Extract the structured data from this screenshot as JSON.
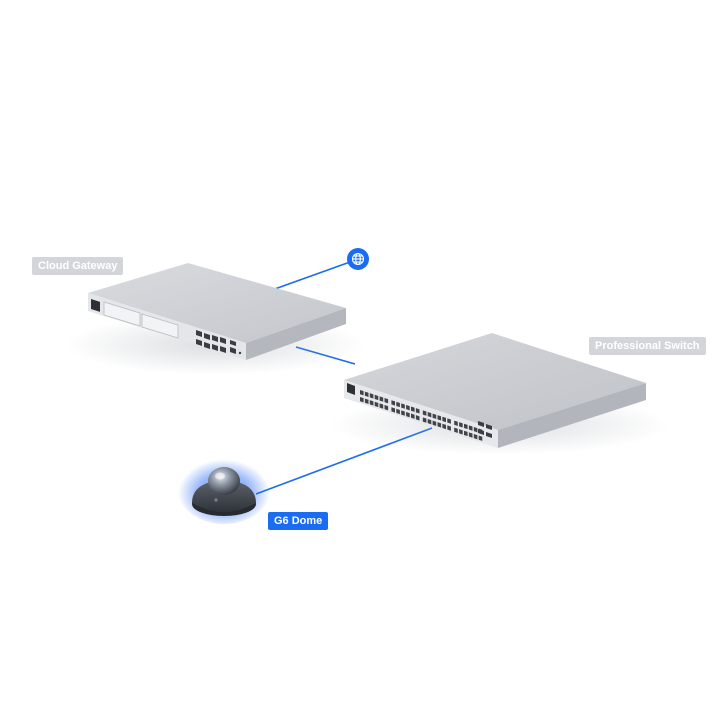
{
  "labels": {
    "gateway": "Cloud Gateway",
    "switch": "Professional Switch",
    "dome": "G6 Dome"
  },
  "devices": [
    {
      "id": "gateway",
      "icon": "rack-gateway-icon"
    },
    {
      "id": "switch",
      "icon": "rack-switch-icon"
    },
    {
      "id": "dome",
      "icon": "dome-camera-icon"
    },
    {
      "id": "internet",
      "icon": "globe-icon"
    }
  ],
  "links": [
    {
      "from": "gateway",
      "to": "internet"
    },
    {
      "from": "gateway",
      "to": "switch"
    },
    {
      "from": "switch",
      "to": "dome"
    }
  ],
  "colors": {
    "link": "#1a6cf0",
    "label_gray": "#d3d5d8",
    "label_blue": "#1a6cf0",
    "device_body": "#c9ccd1",
    "camera_glow": "#2a6cf5"
  }
}
